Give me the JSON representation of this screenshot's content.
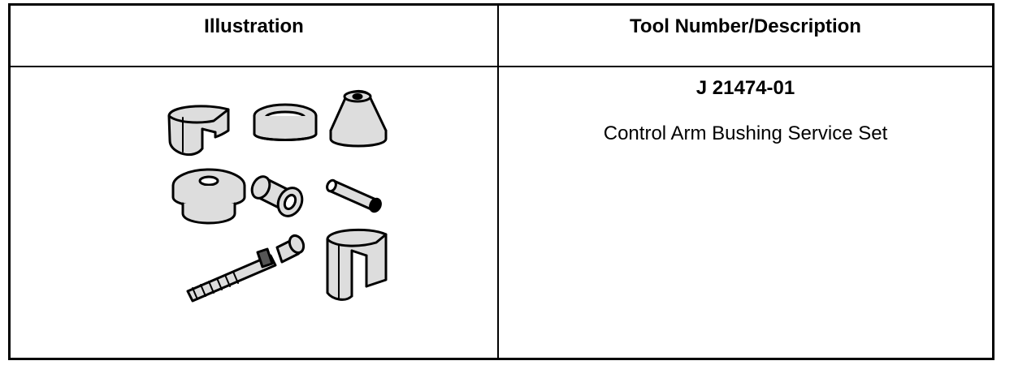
{
  "table": {
    "headers": {
      "illustration": "Illustration",
      "tool": "Tool Number/Description"
    },
    "rows": [
      {
        "tool_number": "J 21474-01",
        "description": "Control Arm Bushing Service Set"
      }
    ]
  },
  "icons": {
    "illustration": "control-arm-bushing-service-set-parts-drawing"
  }
}
